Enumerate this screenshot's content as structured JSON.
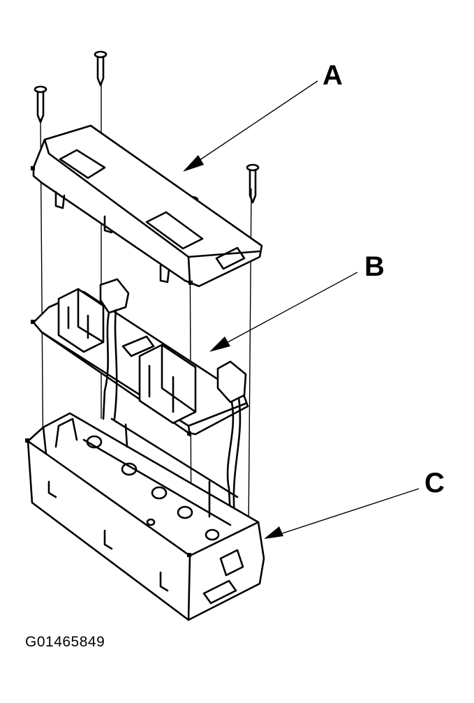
{
  "labels": {
    "a": "A",
    "b": "B",
    "c": "C"
  },
  "figure_id": "G01465849"
}
